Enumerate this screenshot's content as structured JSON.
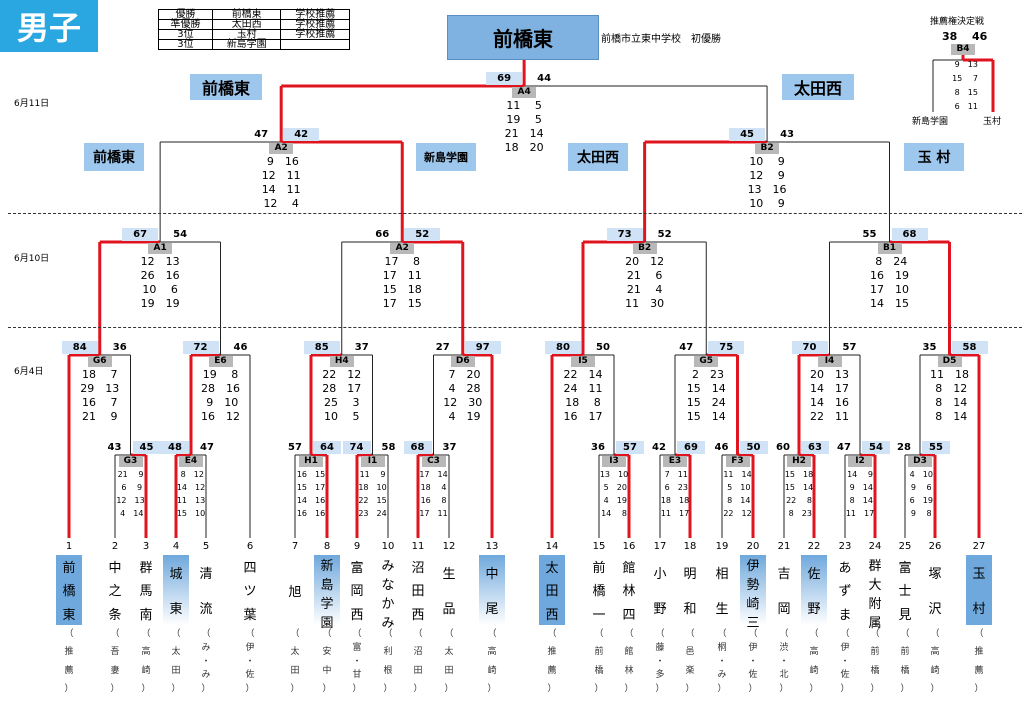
{
  "gender": "男子",
  "results": [
    {
      "place": "優勝",
      "team": "前橋東",
      "note": "学校推薦"
    },
    {
      "place": "準優勝",
      "team": "太田西",
      "note": "学校推薦"
    },
    {
      "place": "3位",
      "team": "玉村",
      "note": "学校推薦"
    },
    {
      "place": "3位",
      "team": "新島学園",
      "note": ""
    }
  ],
  "champion": {
    "name": "前橋東",
    "note": "前橋市立東中学校　初優勝"
  },
  "dates": {
    "d1": "6月11日",
    "d2": "6月10日",
    "d3": "6月4日"
  },
  "labels": {
    "final_left": "前橋東",
    "final_right": "太田西",
    "semi_1": "前橋東",
    "semi_2": "新島学園",
    "semi_3": "太田西",
    "semi_4": "玉 村"
  },
  "final": {
    "code": "A4",
    "left": "69",
    "right": "44",
    "sets": "11　 5\n19　 5\n21　14\n18　20"
  },
  "semis": [
    {
      "code": "A2",
      "left": "47",
      "right": "42",
      "sets": " 9　16\n12　11\n14　11\n12　 4"
    },
    {
      "code": "B2",
      "left": "45",
      "right": "43",
      "sets": "10　 9\n12　 9\n13　16\n10　 9"
    }
  ],
  "quarters": [
    {
      "code": "A1",
      "left": "67",
      "right": "54",
      "sets": "12　13\n26　16\n10　 6\n19　19"
    },
    {
      "code": "A2",
      "left": "66",
      "right": "52",
      "sets": "17　 8\n17　11\n15　18\n17　15"
    },
    {
      "code": "B2",
      "left": "73",
      "right": "52",
      "sets": "20　12\n21　 6\n21　 4\n11　30"
    },
    {
      "code": "B1",
      "left": "55",
      "right": "68",
      "sets": " 8　24\n16　19\n17　10\n14　15"
    }
  ],
  "r2": [
    {
      "code": "G6",
      "left": "84",
      "right": "36",
      "sets": "18　 7\n29　13\n16　 7\n21　 9"
    },
    {
      "code": "E6",
      "left": "72",
      "right": "46",
      "sets": "19　 8\n28　16\n 9　10\n16　12"
    },
    {
      "code": "H4",
      "left": "85",
      "right": "37",
      "sets": "22　12\n28　17\n25　 3\n10　 5"
    },
    {
      "code": "D6",
      "left": "27",
      "right": "97",
      "sets": " 7　20\n 4　28\n12　30\n 4　19"
    },
    {
      "code": "I5",
      "left": "80",
      "right": "50",
      "sets": "22　14\n24　11\n18　 8\n16　17"
    },
    {
      "code": "G5",
      "left": "47",
      "right": "75",
      "sets": " 2　23\n15　14\n15　24\n15　14"
    },
    {
      "code": "I4",
      "left": "70",
      "right": "57",
      "sets": "20　13\n14　17\n14　16\n22　11"
    },
    {
      "code": "D5",
      "left": "35",
      "right": "58",
      "sets": "11　18\n 8　12\n 8　14\n 8　14"
    }
  ],
  "r1": [
    {
      "code": "G3",
      "left": "43",
      "right": "45",
      "sets": "21　 9\n 6　 9\n12　13\n 4　14"
    },
    {
      "code": "E4",
      "left": "48",
      "right": "47",
      "sets": " 8　12\n14　12\n11　13\n15　10"
    },
    {
      "code": "H1",
      "left": "57",
      "right": "64",
      "sets": "16　15\n15　17\n14　16\n16　16"
    },
    {
      "code": "I1",
      "left": "74",
      "right": "58",
      "sets": "11　 9\n18　10\n22　15\n23　24"
    },
    {
      "code": "C3",
      "left": "68",
      "right": "37",
      "sets": "17　14\n18　 4\n16　 8\n17　11"
    },
    {
      "code": "I3",
      "left": "36",
      "right": "57",
      "sets": "13　10\n 5　20\n 4　19\n14　 8"
    },
    {
      "code": "E3",
      "left": "42",
      "right": "69",
      "sets": " 7　11\n 6　23\n18　18\n11　17"
    },
    {
      "code": "F3",
      "left": "46",
      "right": "50",
      "sets": "11　14\n 5　10\n 8　14\n22　12"
    },
    {
      "code": "H2",
      "left": "60",
      "right": "63",
      "sets": "15　18\n15　14\n22　 8\n 8　23"
    },
    {
      "code": "I2",
      "left": "47",
      "right": "54",
      "sets": "14　 9\n 9　14\n 8　14\n11　17"
    },
    {
      "code": "D3",
      "left": "28",
      "right": "55",
      "sets": " 4　10\n 9　 6\n 6　19\n 9　 8"
    }
  ],
  "teams": [
    {
      "num": "1",
      "name": "前\n橋\n東",
      "sub": "（\n推\n薦\n）",
      "hl": "blue"
    },
    {
      "num": "2",
      "name": "中\n之\n条",
      "sub": "（\n吾\n妻\n）",
      "hl": ""
    },
    {
      "num": "3",
      "name": "群\n馬\n南",
      "sub": "（\n高\n崎\n）",
      "hl": ""
    },
    {
      "num": "4",
      "name": "城\n東",
      "sub": "（\n太\n田\n）",
      "hl": "fade"
    },
    {
      "num": "5",
      "name": "清\n流",
      "sub": "（\nみ\n・\nみ\n）",
      "hl": ""
    },
    {
      "num": "6",
      "name": "四\nツ\n葉",
      "sub": "（\n伊\n・\n佐\n）",
      "hl": ""
    },
    {
      "num": "7",
      "name": "旭",
      "sub": "（\n太\n田\n）",
      "hl": ""
    },
    {
      "num": "8",
      "name": "新\n島\n学\n園",
      "sub": "（\n安\n中\n）",
      "hl": "fade"
    },
    {
      "num": "9",
      "name": "富\n岡\n西",
      "sub": "（\n富\n・\n甘\n）",
      "hl": ""
    },
    {
      "num": "10",
      "name": "み\nな\nか\nみ",
      "sub": "（\n利\n根\n）",
      "hl": ""
    },
    {
      "num": "11",
      "name": "沼\n田\n西",
      "sub": "（\n沼\n田\n）",
      "hl": ""
    },
    {
      "num": "12",
      "name": "生\n品",
      "sub": "（\n太\n田\n）",
      "hl": ""
    },
    {
      "num": "13",
      "name": "中\n尾",
      "sub": "（\n高\n崎\n）",
      "hl": "fade"
    },
    {
      "num": "14",
      "name": "太\n田\n西",
      "sub": "（\n推\n薦\n）",
      "hl": "blue"
    },
    {
      "num": "15",
      "name": "前\n橋\n一",
      "sub": "（\n前\n橋\n）",
      "hl": ""
    },
    {
      "num": "16",
      "name": "館\n林\n四",
      "sub": "（\n館\n林\n）",
      "hl": ""
    },
    {
      "num": "17",
      "name": "小\n野",
      "sub": "（\n藤\n・\n多\n）",
      "hl": ""
    },
    {
      "num": "18",
      "name": "明\n和",
      "sub": "（\n邑\n楽\n）",
      "hl": ""
    },
    {
      "num": "19",
      "name": "相\n生",
      "sub": "（\n桐\n・\nみ\n）",
      "hl": ""
    },
    {
      "num": "20",
      "name": "伊\n勢\n崎\n三",
      "sub": "（\n伊\n・\n佐\n）",
      "hl": "fade"
    },
    {
      "num": "21",
      "name": "吉\n岡",
      "sub": "（\n渋\n・\n北\n）",
      "hl": ""
    },
    {
      "num": "22",
      "name": "佐\n野",
      "sub": "（\n高\n崎\n）",
      "hl": "fade"
    },
    {
      "num": "23",
      "name": "あ\nず\nま",
      "sub": "（\n伊\n・\n佐\n）",
      "hl": ""
    },
    {
      "num": "24",
      "name": "群\n大\n附\n属",
      "sub": "（\n前\n橋\n）",
      "hl": ""
    },
    {
      "num": "25",
      "name": "富\n士\n見",
      "sub": "（\n前\n橋\n）",
      "hl": ""
    },
    {
      "num": "26",
      "name": "塚\n沢",
      "sub": "（\n高\n崎\n）",
      "hl": ""
    },
    {
      "num": "27",
      "name": "玉\n村",
      "sub": "（\n推\n薦\n）",
      "hl": "blue"
    }
  ],
  "playoff": {
    "title": "推薦権決定戦",
    "code": "B4",
    "left": "38",
    "right": "46",
    "sets": " 9　13\n15　 7\n 8　15\n 6　11",
    "team_left": "新島学園",
    "team_right": "玉村"
  }
}
